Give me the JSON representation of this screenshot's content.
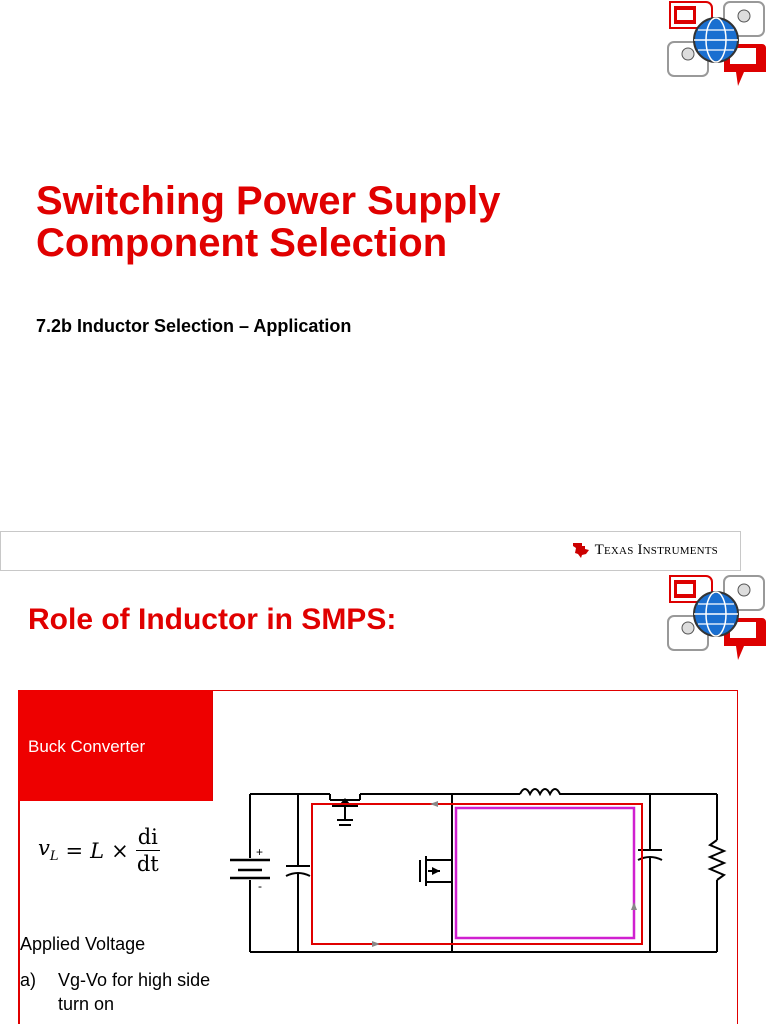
{
  "slide1": {
    "title_line1": "Switching Power Supply",
    "title_line2": "Component Selection",
    "subtitle": "7.2b Inductor Selection – Application"
  },
  "footer": {
    "brand": "Texas Instruments"
  },
  "slide2": {
    "title": "Role of Inductor in SMPS:",
    "panel_label": "Buck Converter",
    "formula": {
      "lhs_var": "v",
      "lhs_sub": "L",
      "equals": "=",
      "L": "L",
      "times": "×",
      "numerator": "di",
      "denominator": "dt"
    },
    "applied_voltage_label": "Applied Voltage",
    "list": [
      {
        "marker": "a)",
        "text": "Vg-Vo for high side turn on"
      }
    ],
    "circuit_labels": {
      "plus": "+",
      "minus": "-"
    }
  },
  "colors": {
    "accent_red": "#e00000",
    "loop_magenta": "#d020d0",
    "ti_red": "#cc0000"
  }
}
